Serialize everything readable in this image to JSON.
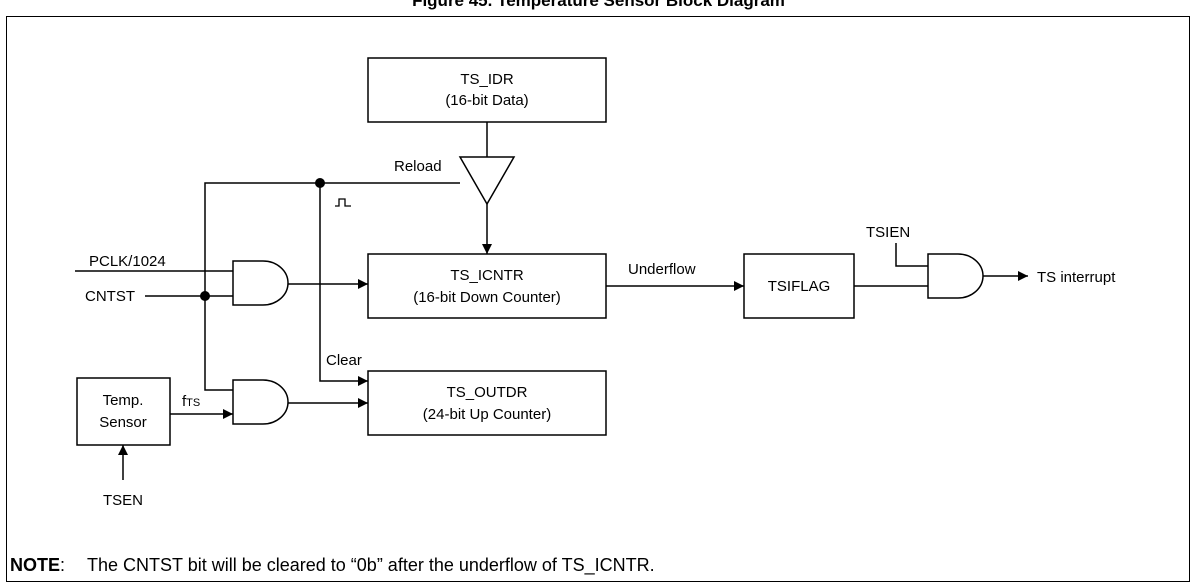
{
  "figure": {
    "title": "Figure 45. Temperature Sensor Block Diagram"
  },
  "blocks": {
    "ts_idr": {
      "line1": "TS_IDR",
      "line2": "(16-bit Data)"
    },
    "ts_icntr": {
      "line1": "TS_ICNTR",
      "line2": "(16-bit Down Counter)"
    },
    "ts_outdr": {
      "line1": "TS_OUTDR",
      "line2": "(24-bit Up Counter)"
    },
    "tsiflag": {
      "label": "TSIFLAG"
    },
    "temp_sensor": {
      "line1": "Temp.",
      "line2": "Sensor"
    }
  },
  "signals": {
    "reload": "Reload",
    "clear": "Clear",
    "underflow": "Underflow",
    "pclk": "PCLK/1024",
    "cntst": "CNTST",
    "fts_f": "f",
    "fts_sub": "TS",
    "tsen": "TSEN",
    "tsien": "TSIEN",
    "ts_interrupt": "TS interrupt"
  },
  "note": {
    "label": "NOTE",
    "sep": ":",
    "text": "The CNTST bit will be cleared to “0b” after the underflow of TS_ICNTR."
  }
}
